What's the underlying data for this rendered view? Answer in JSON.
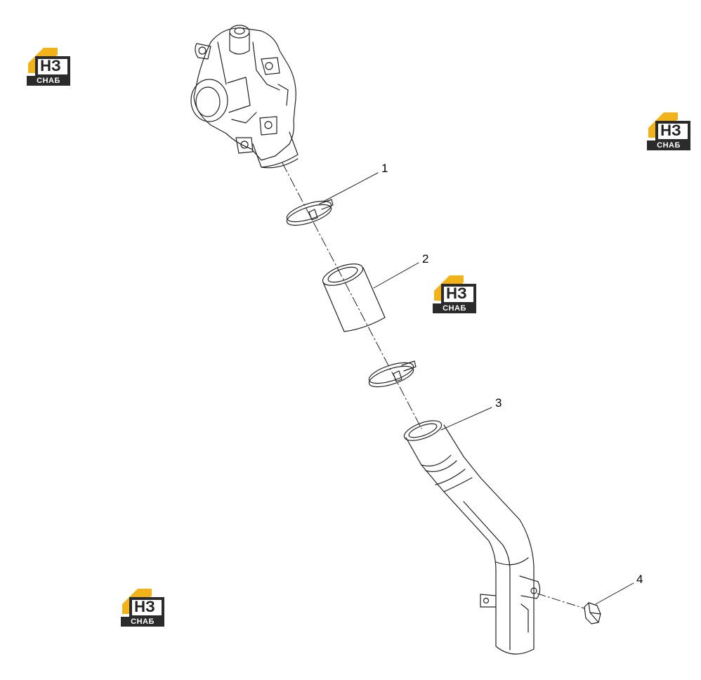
{
  "diagram": {
    "callouts": [
      "1",
      "2",
      "3",
      "4"
    ]
  },
  "watermark": {
    "mark": "НЗ",
    "caption": "СНАБ",
    "colors": {
      "roof": "#f2b31a",
      "box": "#2b2b2b",
      "text": "#ffffff"
    }
  }
}
